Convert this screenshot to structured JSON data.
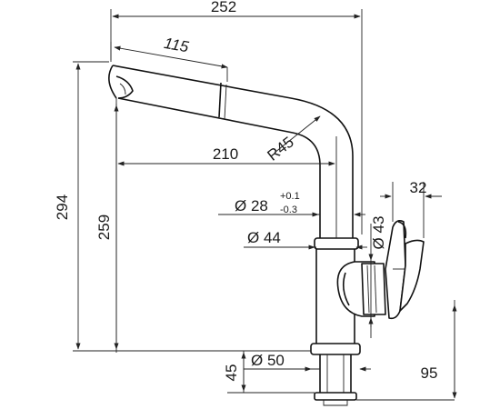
{
  "dimensions": {
    "overall_width": "252",
    "spout_pullout": "115",
    "reach": "210",
    "bend_radius": "R45",
    "hose_diameter": "Ø 28",
    "hose_tol_upper": "+0.1",
    "hose_tol_lower": "-0.3",
    "lever_diameter": "Ø 43",
    "lever_width": "32",
    "body_diameter": "Ø 44",
    "base_diameter": "Ø 50",
    "overall_height": "294",
    "spout_height": "259",
    "shank_length": "45",
    "handle_clearance": "95"
  },
  "colors": {
    "line": "#111111",
    "background": "#ffffff"
  }
}
